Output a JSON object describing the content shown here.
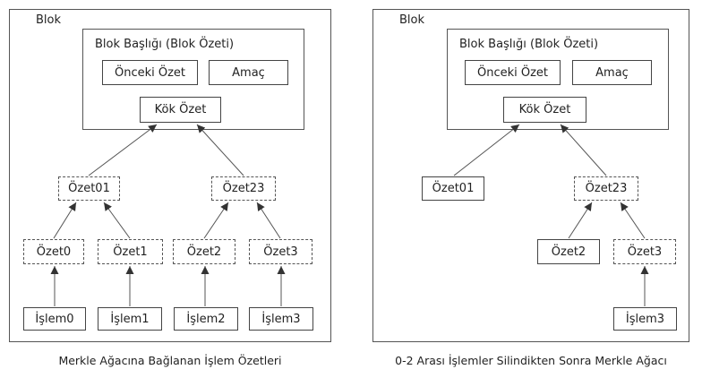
{
  "left": {
    "block_label": "Blok",
    "header_label": "Blok Başlığı (Blok Özeti)",
    "prev_hash": "Önceki Özet",
    "nonce": "Amaç",
    "root": "Kök Özet",
    "h01": "Özet01",
    "h23": "Özet23",
    "h0": "Özet0",
    "h1": "Özet1",
    "h2": "Özet2",
    "h3": "Özet3",
    "tx0": "İşlem0",
    "tx1": "İşlem1",
    "tx2": "İşlem2",
    "tx3": "İşlem3",
    "caption": "Merkle Ağacına Bağlanan İşlem Özetleri"
  },
  "right": {
    "block_label": "Blok",
    "header_label": "Blok Başlığı (Blok Özeti)",
    "prev_hash": "Önceki Özet",
    "nonce": "Amaç",
    "root": "Kök Özet",
    "h01": "Özet01",
    "h23": "Özet23",
    "h2": "Özet2",
    "h3": "Özet3",
    "tx3": "İşlem3",
    "caption": "0-2 Arası İşlemler Silindikten Sonra Merkle Ağacı"
  }
}
